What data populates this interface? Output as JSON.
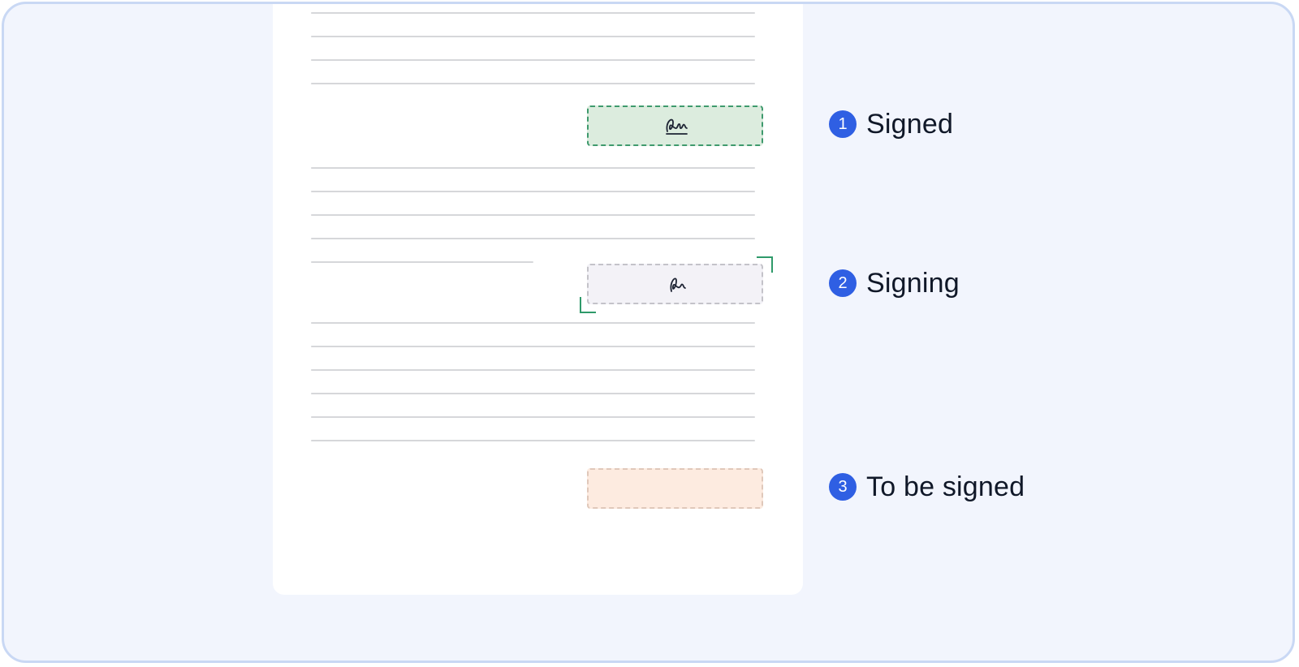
{
  "legend": [
    {
      "number": "1",
      "label": "Signed",
      "status_color": "#3f9a6d"
    },
    {
      "number": "2",
      "label": "Signing",
      "status_color": "#c4c3c9"
    },
    {
      "number": "3",
      "label": "To be signed",
      "status_color": "#e0c8ba"
    }
  ],
  "colors": {
    "background": "#f2f5fd",
    "frame_border": "#c9d8f4",
    "badge": "#2f5fe3",
    "signed_fill": "#dcecde",
    "signing_fill": "#f3f2f7",
    "to_be_signed_fill": "#fdebe0",
    "focus_corner": "#2f9a6a"
  },
  "icons": {
    "signed_field": "signature-icon",
    "signing_field": "signature-icon"
  }
}
